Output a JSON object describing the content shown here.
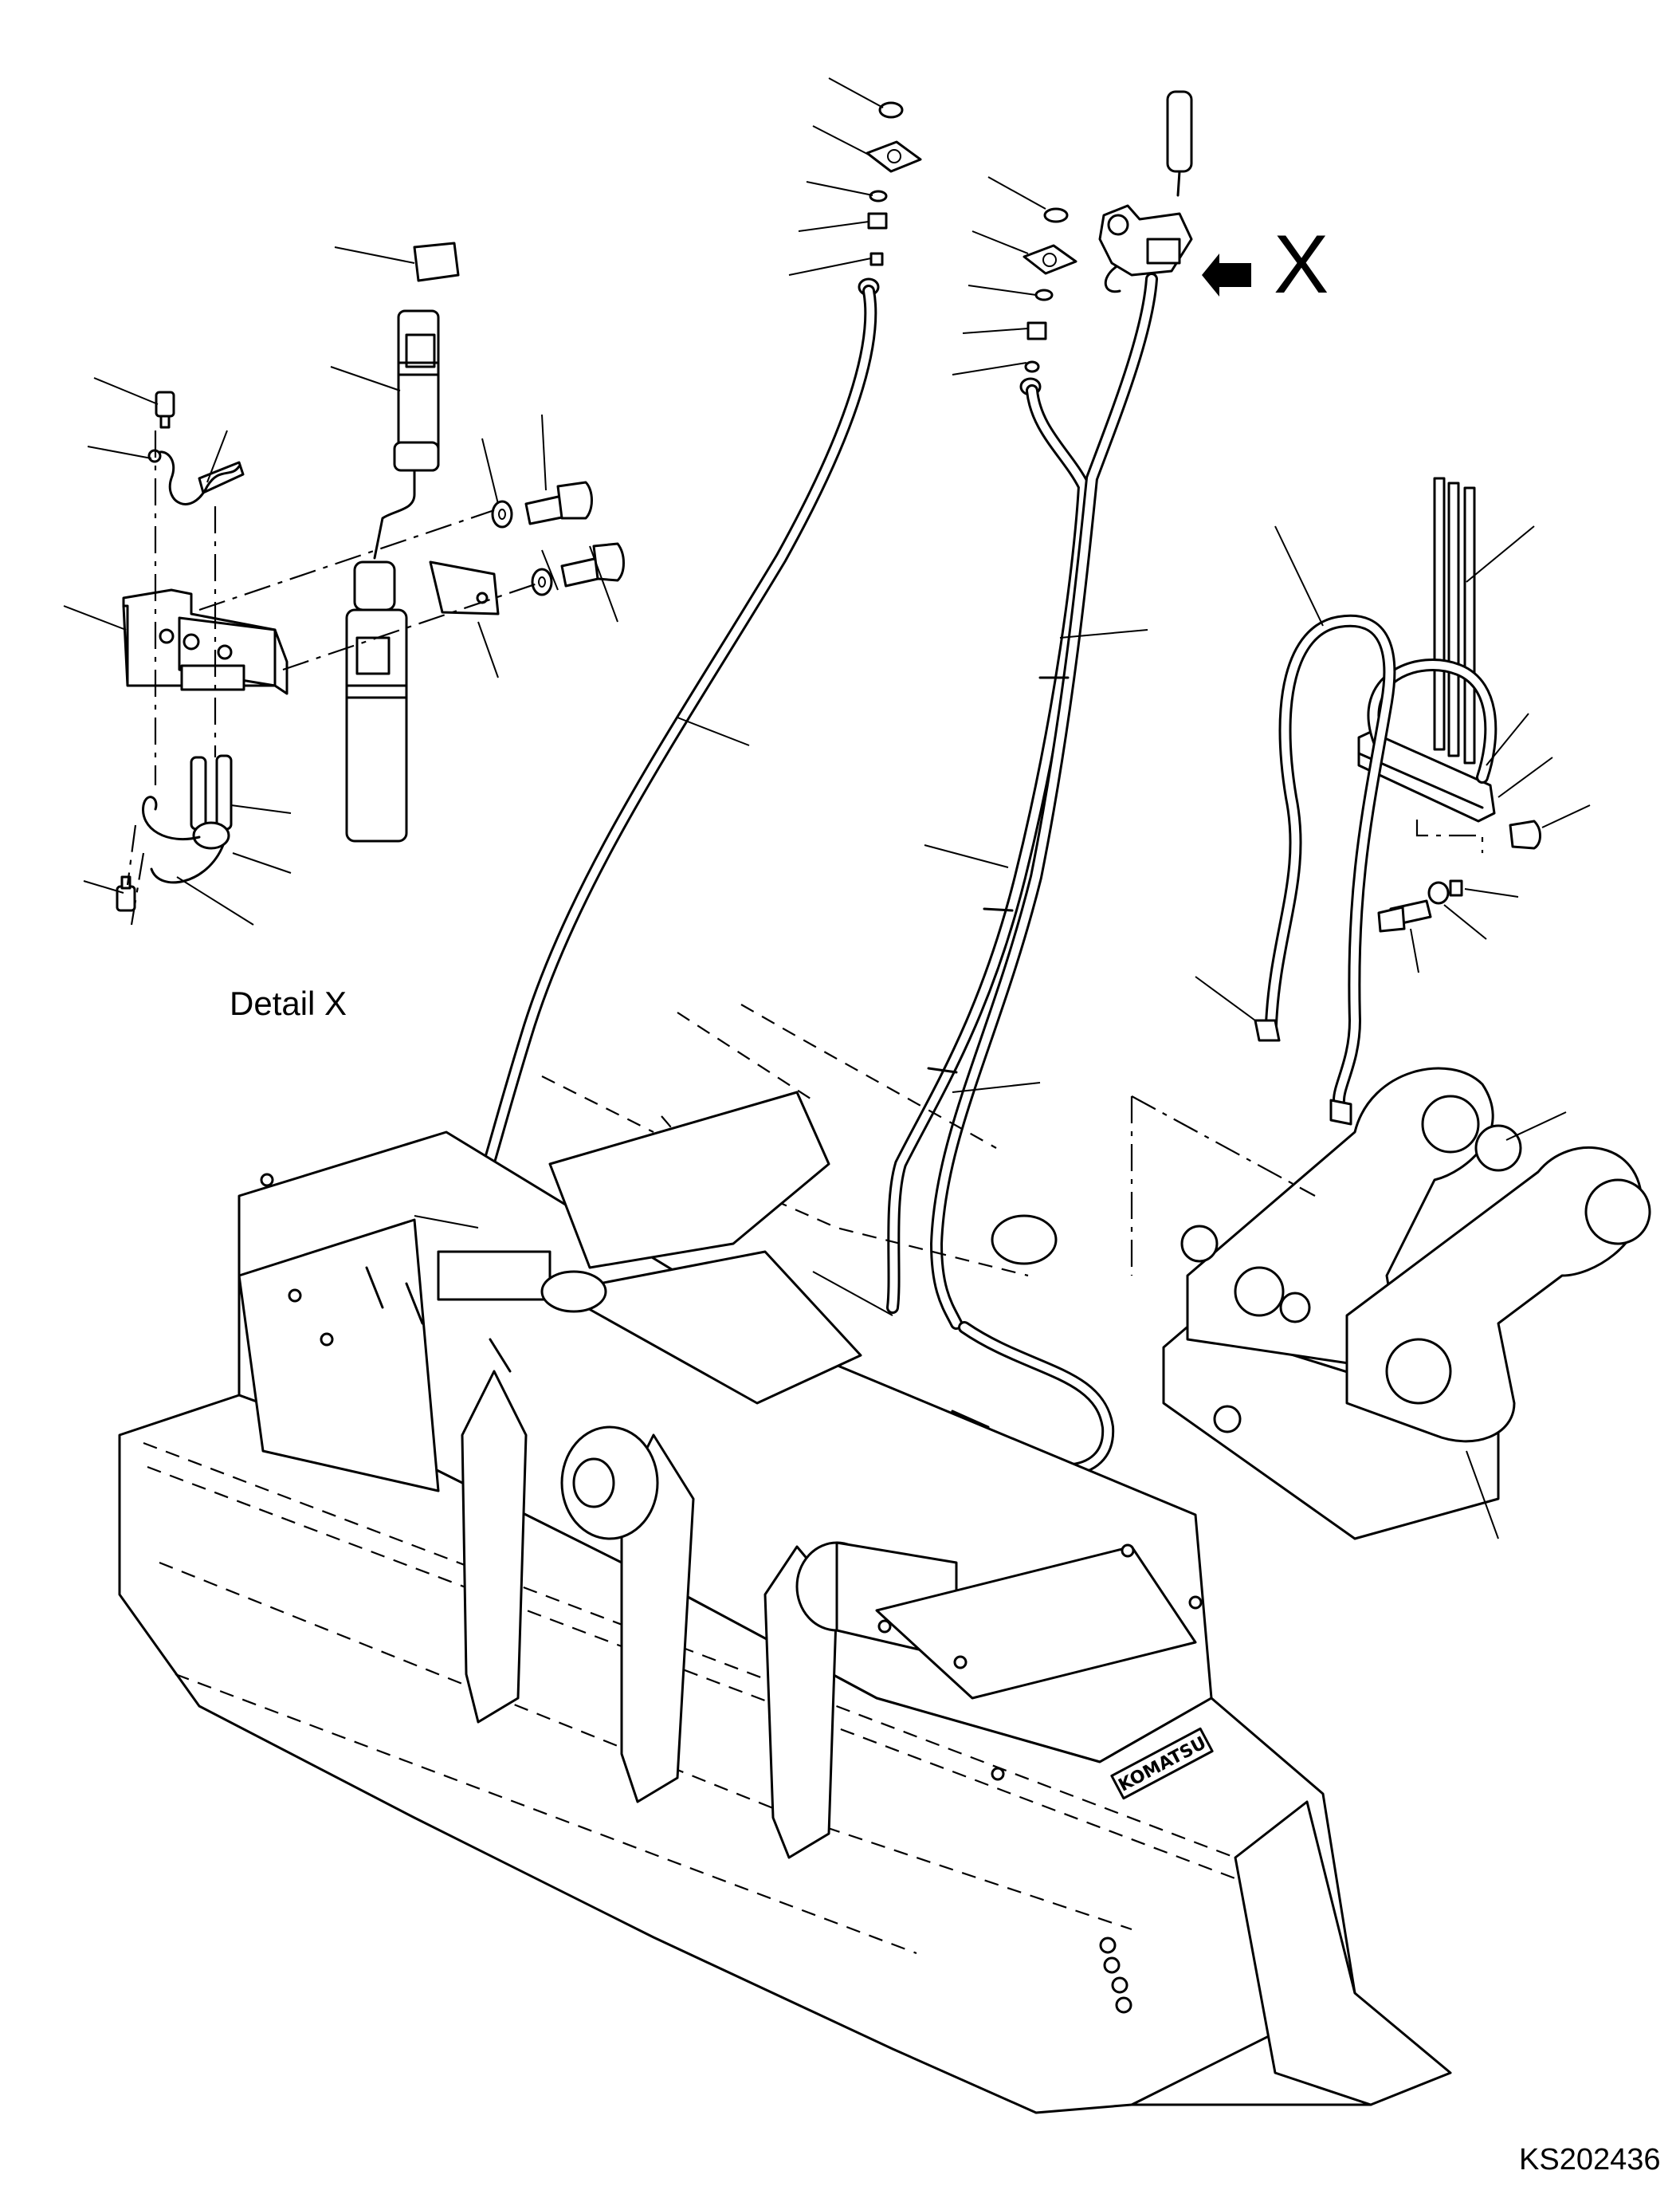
{
  "figure": {
    "detail_label": "Detail X",
    "view_letter": "X",
    "figure_code": "KS202436",
    "brand_mark": "KOMATSU"
  }
}
